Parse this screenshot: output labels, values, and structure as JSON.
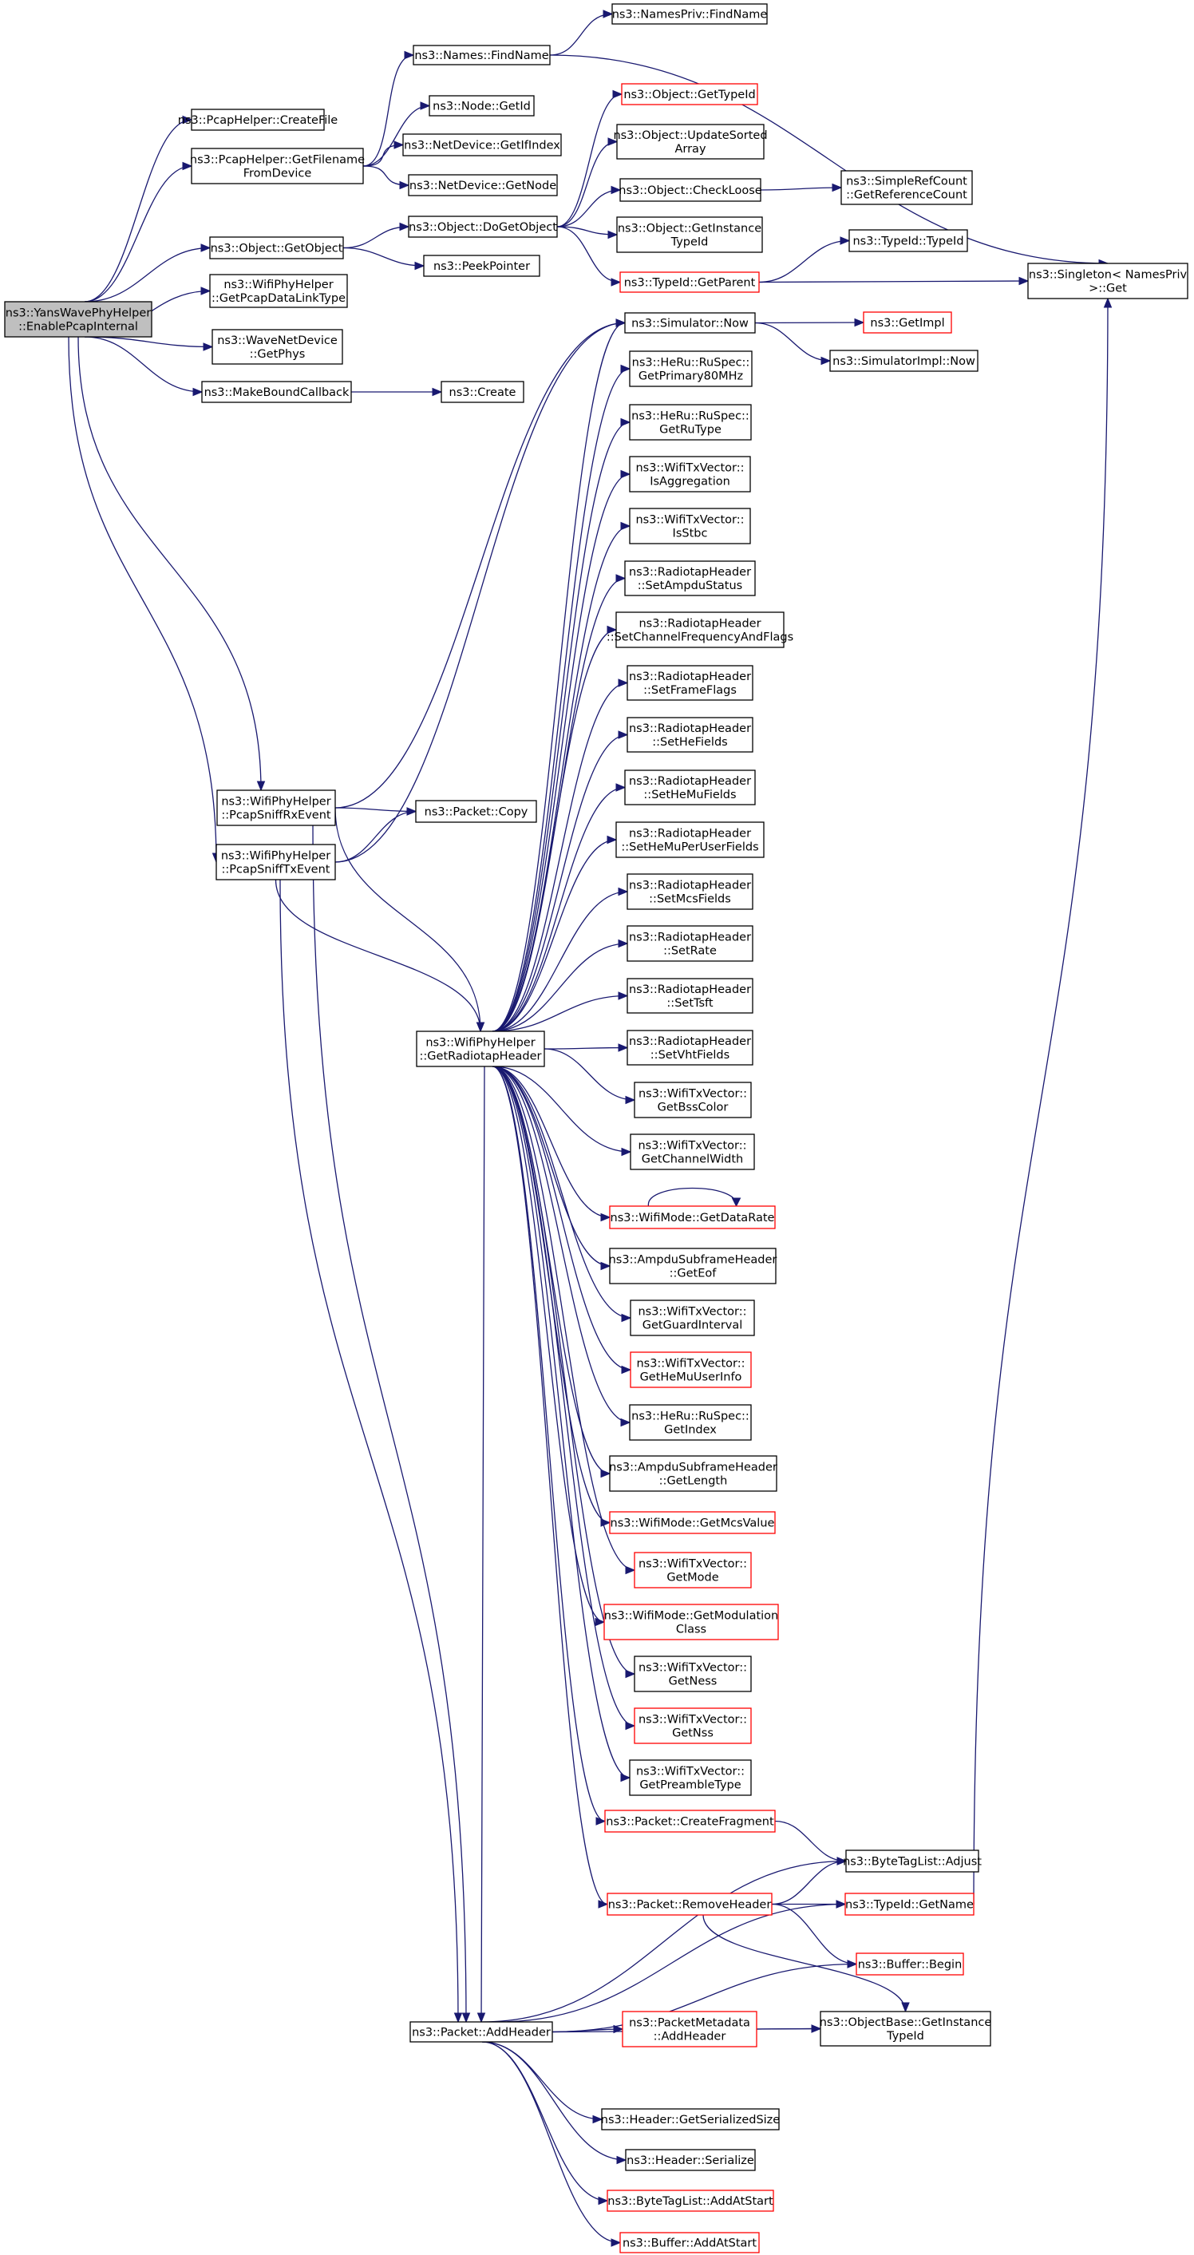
{
  "colors": {
    "edge": "#191970",
    "border": "#000000",
    "truncated_border": "#ff0000",
    "root_fill": "#bfbfbf",
    "node_fill": "#ffffff"
  },
  "nodes": {
    "root": [
      "ns3::YansWavePhyHelper",
      "::EnablePcapInternal"
    ],
    "pcap_create_file": [
      "ns3::PcapHelper::CreateFile"
    ],
    "pcap_get_filename": [
      "ns3::PcapHelper::GetFilename",
      "FromDevice"
    ],
    "object_get_object": [
      "ns3::Object::GetObject"
    ],
    "wifi_get_pcap_dlt": [
      "ns3::WifiPhyHelper",
      "::GetPcapDataLinkType"
    ],
    "wave_get_phys": [
      "ns3::WaveNetDevice",
      "::GetPhys"
    ],
    "make_bound_callback": [
      "ns3::MakeBoundCallback"
    ],
    "names_find_name": [
      "ns3::Names::FindName"
    ],
    "names_priv_find_name": [
      "ns3::NamesPriv::FindName"
    ],
    "node_get_id": [
      "ns3::Node::GetId"
    ],
    "netdevice_get_ifindex": [
      "ns3::NetDevice::GetIfIndex"
    ],
    "netdevice_get_node": [
      "ns3::NetDevice::GetNode"
    ],
    "object_do_get_object": [
      "ns3::Object::DoGetObject"
    ],
    "peek_pointer": [
      "ns3::PeekPointer"
    ],
    "create": [
      "ns3::Create"
    ],
    "object_get_type_id": [
      "ns3::Object::GetTypeId"
    ],
    "object_update_sorted": [
      "ns3::Object::UpdateSorted",
      "Array"
    ],
    "object_check_loose": [
      "ns3::Object::CheckLoose"
    ],
    "object_get_instance_type_id": [
      "ns3::Object::GetInstance",
      "TypeId"
    ],
    "typeid_get_parent": [
      "ns3::TypeId::GetParent"
    ],
    "simple_ref_count": [
      "ns3::SimpleRefCount",
      "::GetReferenceCount"
    ],
    "typeid_typeid": [
      "ns3::TypeId::TypeId"
    ],
    "singleton_get": [
      "ns3::Singleton< NamesPriv",
      ">::Get"
    ],
    "simulator_now": [
      "ns3::Simulator::Now"
    ],
    "get_impl": [
      "ns3::GetImpl"
    ],
    "simulator_impl_now": [
      "ns3::SimulatorImpl::Now"
    ],
    "heru_get_primary80": [
      "ns3::HeRu::RuSpec::",
      "GetPrimary80MHz"
    ],
    "heru_get_ru_type": [
      "ns3::HeRu::RuSpec::",
      "GetRuType"
    ],
    "txv_is_aggregation": [
      "ns3::WifiTxVector::",
      "IsAggregation"
    ],
    "txv_is_stbc": [
      "ns3::WifiTxVector::",
      "IsStbc"
    ],
    "rt_set_ampdu_status": [
      "ns3::RadiotapHeader",
      "::SetAmpduStatus"
    ],
    "rt_set_channel_freq": [
      "ns3::RadiotapHeader",
      "::SetChannelFrequencyAndFlags"
    ],
    "rt_set_frame_flags": [
      "ns3::RadiotapHeader",
      "::SetFrameFlags"
    ],
    "rt_set_he_fields": [
      "ns3::RadiotapHeader",
      "::SetHeFields"
    ],
    "rt_set_he_mu_fields": [
      "ns3::RadiotapHeader",
      "::SetHeMuFields"
    ],
    "rt_set_he_mu_per_user": [
      "ns3::RadiotapHeader",
      "::SetHeMuPerUserFields"
    ],
    "rt_set_mcs_fields": [
      "ns3::RadiotapHeader",
      "::SetMcsFields"
    ],
    "rt_set_rate": [
      "ns3::RadiotapHeader",
      "::SetRate"
    ],
    "rt_set_tsft": [
      "ns3::RadiotapHeader",
      "::SetTsft"
    ],
    "rt_set_vht_fields": [
      "ns3::RadiotapHeader",
      "::SetVhtFields"
    ],
    "wifi_pcap_sniff_rx": [
      "ns3::WifiPhyHelper",
      "::PcapSniffRxEvent"
    ],
    "wifi_pcap_sniff_tx": [
      "ns3::WifiPhyHelper",
      "::PcapSniffTxEvent"
    ],
    "packet_copy": [
      "ns3::Packet::Copy"
    ],
    "wifi_get_radiotap": [
      "ns3::WifiPhyHelper",
      "::GetRadiotapHeader"
    ],
    "txv_get_bss_color": [
      "ns3::WifiTxVector::",
      "GetBssColor"
    ],
    "txv_get_channel_width": [
      "ns3::WifiTxVector::",
      "GetChannelWidth"
    ],
    "wifimode_get_data_rate": [
      "ns3::WifiMode::GetDataRate"
    ],
    "ampdu_get_eof": [
      "ns3::AmpduSubframeHeader",
      "::GetEof"
    ],
    "txv_get_guard_interval": [
      "ns3::WifiTxVector::",
      "GetGuardInterval"
    ],
    "txv_get_he_mu_user_info": [
      "ns3::WifiTxVector::",
      "GetHeMuUserInfo"
    ],
    "heru_get_index": [
      "ns3::HeRu::RuSpec::",
      "GetIndex"
    ],
    "ampdu_get_length": [
      "ns3::AmpduSubframeHeader",
      "::GetLength"
    ],
    "wifimode_get_mcs_value": [
      "ns3::WifiMode::GetMcsValue"
    ],
    "txv_get_mode": [
      "ns3::WifiTxVector::",
      "GetMode"
    ],
    "wifimode_get_mod_class": [
      "ns3::WifiMode::GetModulation",
      "Class"
    ],
    "txv_get_ness": [
      "ns3::WifiTxVector::",
      "GetNess"
    ],
    "txv_get_nss": [
      "ns3::WifiTxVector::",
      "GetNss"
    ],
    "txv_get_preamble_type": [
      "ns3::WifiTxVector::",
      "GetPreambleType"
    ],
    "packet_create_fragment": [
      "ns3::Packet::CreateFragment"
    ],
    "bytetaglist_adjust": [
      "ns3::ByteTagList::Adjust"
    ],
    "packet_remove_header": [
      "ns3::Packet::RemoveHeader"
    ],
    "typeid_get_name": [
      "ns3::TypeId::GetName"
    ],
    "buffer_begin": [
      "ns3::Buffer::Begin"
    ],
    "packet_add_header": [
      "ns3::Packet::AddHeader"
    ],
    "packet_metadata_add_header": [
      "ns3::PacketMetadata",
      "::AddHeader"
    ],
    "objectbase_get_instance_type_id": [
      "ns3::ObjectBase::GetInstance",
      "TypeId"
    ],
    "header_get_serialized_size": [
      "ns3::Header::GetSerializedSize"
    ],
    "header_serialize": [
      "ns3::Header::Serialize"
    ],
    "bytetaglist_add_at_start": [
      "ns3::ByteTagList::AddAtStart"
    ],
    "buffer_add_at_start": [
      "ns3::Buffer::AddAtStart"
    ]
  }
}
